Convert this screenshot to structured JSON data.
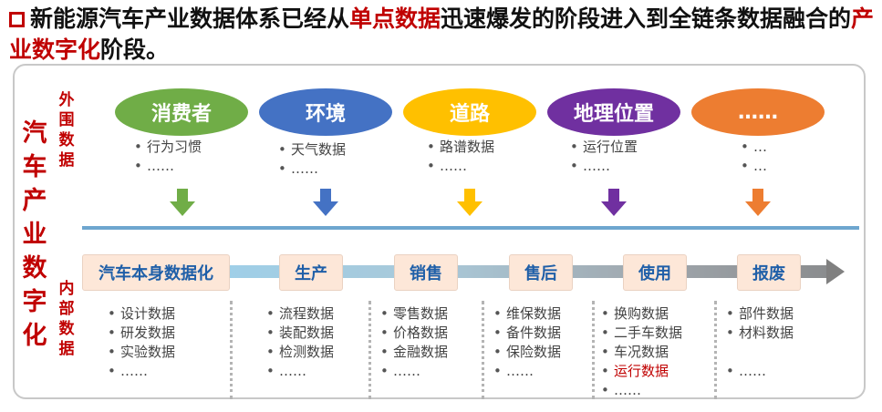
{
  "headline": {
    "part1": "新能源汽车产业数据体系已经从",
    "hl1": "单点数据",
    "part2": "迅速爆发的阶段进入到全链条数据融合的",
    "hl2": "产业数字化",
    "part3": "阶段。"
  },
  "vertical_title": "汽车产业数字化",
  "external_label": "外围数据",
  "internal_label": "内部数据",
  "external_sources": [
    {
      "name": "消费者",
      "color": "#70ad47",
      "items": [
        "行为习惯",
        "……"
      ]
    },
    {
      "name": "环境",
      "color": "#4472c4",
      "items": [
        "天气数据",
        "……"
      ]
    },
    {
      "name": "道路",
      "color": "#ffc000",
      "items": [
        "路谱数据",
        "……"
      ]
    },
    {
      "name": "地理位置",
      "color": "#7030a0",
      "items": [
        "运行位置",
        "……"
      ]
    },
    {
      "name": "……",
      "color": "#ed7d31",
      "items": [
        "…",
        "…"
      ]
    }
  ],
  "stages": [
    {
      "name": "汽车本身数据化",
      "items": [
        {
          "text": "设计数据"
        },
        {
          "text": "研发数据"
        },
        {
          "text": "实验数据"
        },
        {
          "text": "……"
        }
      ]
    },
    {
      "name": "生产",
      "items": [
        {
          "text": "流程数据"
        },
        {
          "text": "装配数据"
        },
        {
          "text": "检测数据"
        },
        {
          "text": "……"
        }
      ]
    },
    {
      "name": "销售",
      "items": [
        {
          "text": "零售数据"
        },
        {
          "text": "价格数据"
        },
        {
          "text": "金融数据"
        },
        {
          "text": "……"
        }
      ]
    },
    {
      "name": "售后",
      "items": [
        {
          "text": "维保数据"
        },
        {
          "text": "备件数据"
        },
        {
          "text": "保险数据"
        },
        {
          "text": "……"
        }
      ]
    },
    {
      "name": "使用",
      "items": [
        {
          "text": "换购数据"
        },
        {
          "text": "二手车数据"
        },
        {
          "text": "车况数据"
        },
        {
          "text": "运行数据",
          "highlight": true
        },
        {
          "text": "……"
        }
      ]
    },
    {
      "name": "报废",
      "items": [
        {
          "text": "部件数据"
        },
        {
          "text": "材料数据"
        },
        {
          "text": ""
        },
        {
          "text": "……"
        }
      ]
    }
  ]
}
